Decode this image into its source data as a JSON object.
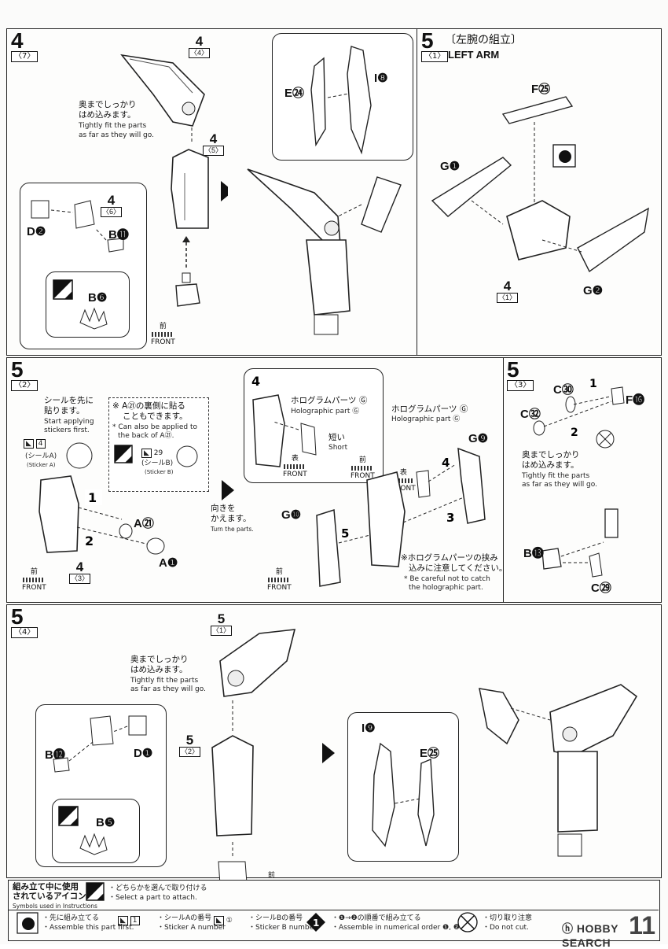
{
  "step4": {
    "num": "4",
    "sub": "7",
    "ref_top": {
      "num": "4",
      "sub": "4"
    },
    "ref_mid": {
      "num": "4",
      "sub": "5"
    },
    "ref_inset": {
      "num": "4",
      "sub": "6"
    },
    "note_jp": [
      "奥までしっかり",
      "はめ込みます。"
    ],
    "note_en": [
      "Tightly fit the parts",
      "as far as they will go."
    ],
    "parts": {
      "d": "D❷",
      "b11": "B⓫",
      "b6": "B❻",
      "e24": "E㉔",
      "i8": "I❽"
    },
    "front_jp": "前",
    "front_en": "FRONT"
  },
  "step5_1": {
    "num": "5",
    "sub": "1",
    "title_jp": "〔左腕の組立〕",
    "title_en": "LEFT ARM",
    "parts": {
      "f25": "F㉕",
      "g1": "G❶",
      "g2": "G❷"
    },
    "ref": {
      "num": "4",
      "sub": "1"
    }
  },
  "step5_2": {
    "num": "5",
    "sub": "2",
    "note_jp": [
      "シールを先に",
      "貼ります。"
    ],
    "note_en": [
      "Start applying",
      "stickers first."
    ],
    "alt_jp": [
      "※ A㉑の裏側に貼る",
      "こともできます。"
    ],
    "alt_en": [
      "* Can also be applied to",
      "the back of A㉑."
    ],
    "sticker_a_num": "4",
    "sticker_a_jp": "(シールA)",
    "sticker_a_en": "(Sticker A)",
    "sticker_b_num": "29",
    "sticker_b_jp": "(シールB)",
    "sticker_b_en": "(Sticker B)",
    "parts": {
      "a21": "A㉑",
      "a1": "A❶"
    },
    "ref": {
      "num": "4",
      "sub": "3"
    },
    "steps": [
      "1",
      "2"
    ],
    "turn_jp": [
      "向きを",
      "かえます。"
    ],
    "turn_en": "Turn the parts.",
    "holo_jp": "ホログラムパーツ",
    "holo_en": "Holographic part",
    "short_jp": "短い",
    "short_en": "Short",
    "omote_jp": "表",
    "omote_en": "FRONT",
    "parts2": {
      "g9": "G❾",
      "g10": "G❿"
    },
    "steps2": [
      "3",
      "4",
      "5"
    ],
    "inset_step": "4",
    "caution_jp": [
      "※ホログラムパーツの挟み",
      "込みに注意してください。"
    ],
    "caution_en": [
      "* Be careful not to catch",
      "the holographic part."
    ]
  },
  "step5_3": {
    "num": "5",
    "sub": "3",
    "parts": {
      "c30": "C㉚",
      "c32": "C㉜",
      "f16": "F⓰",
      "b13": "B⓭",
      "c29": "C㉙"
    },
    "steps": [
      "1",
      "2"
    ],
    "note_jp": [
      "奥までしっかり",
      "はめ込みます。"
    ],
    "note_en": [
      "Tightly fit the parts",
      "as far as they will go."
    ]
  },
  "step5_4": {
    "num": "5",
    "sub": "4",
    "ref_top": {
      "num": "5",
      "sub": "1"
    },
    "ref_mid": {
      "num": "5",
      "sub": "2"
    },
    "note_jp": [
      "奥までしっかり",
      "はめ込みます。"
    ],
    "note_en": [
      "Tightly fit the parts",
      "as far as they will go."
    ],
    "parts": {
      "b12": "B⓬",
      "d1": "D❶",
      "b5": "B❺",
      "i9": "I❾",
      "e25": "E㉕"
    }
  },
  "legend": {
    "heading_jp": [
      "組み立て中に使用",
      "されているアイコン"
    ],
    "heading_en": "Symbols used in Instructions",
    "select_jp": "・どちらかを選んで取り付ける",
    "select_en": "・Select a part to attach.",
    "first_jp": "・先に組み立てる",
    "first_en": "・Assemble this part first.",
    "stA_num": "1",
    "stA_jp": "・シールAの番号",
    "stA_en": "・Sticker A number",
    "stB_num": "①",
    "stB_jp": "・シールBの番号",
    "stB_en": "・Sticker B number",
    "order_num": "1",
    "order_jp": "・❶→❷の順番で組み立てる",
    "order_en": "・Assemble in numerical order ❶, ❷...",
    "cut_jp": "・切り取り注意",
    "cut_en": "・Do not cut."
  },
  "page_number": "11",
  "watermark": "HOBBY SEARCH"
}
